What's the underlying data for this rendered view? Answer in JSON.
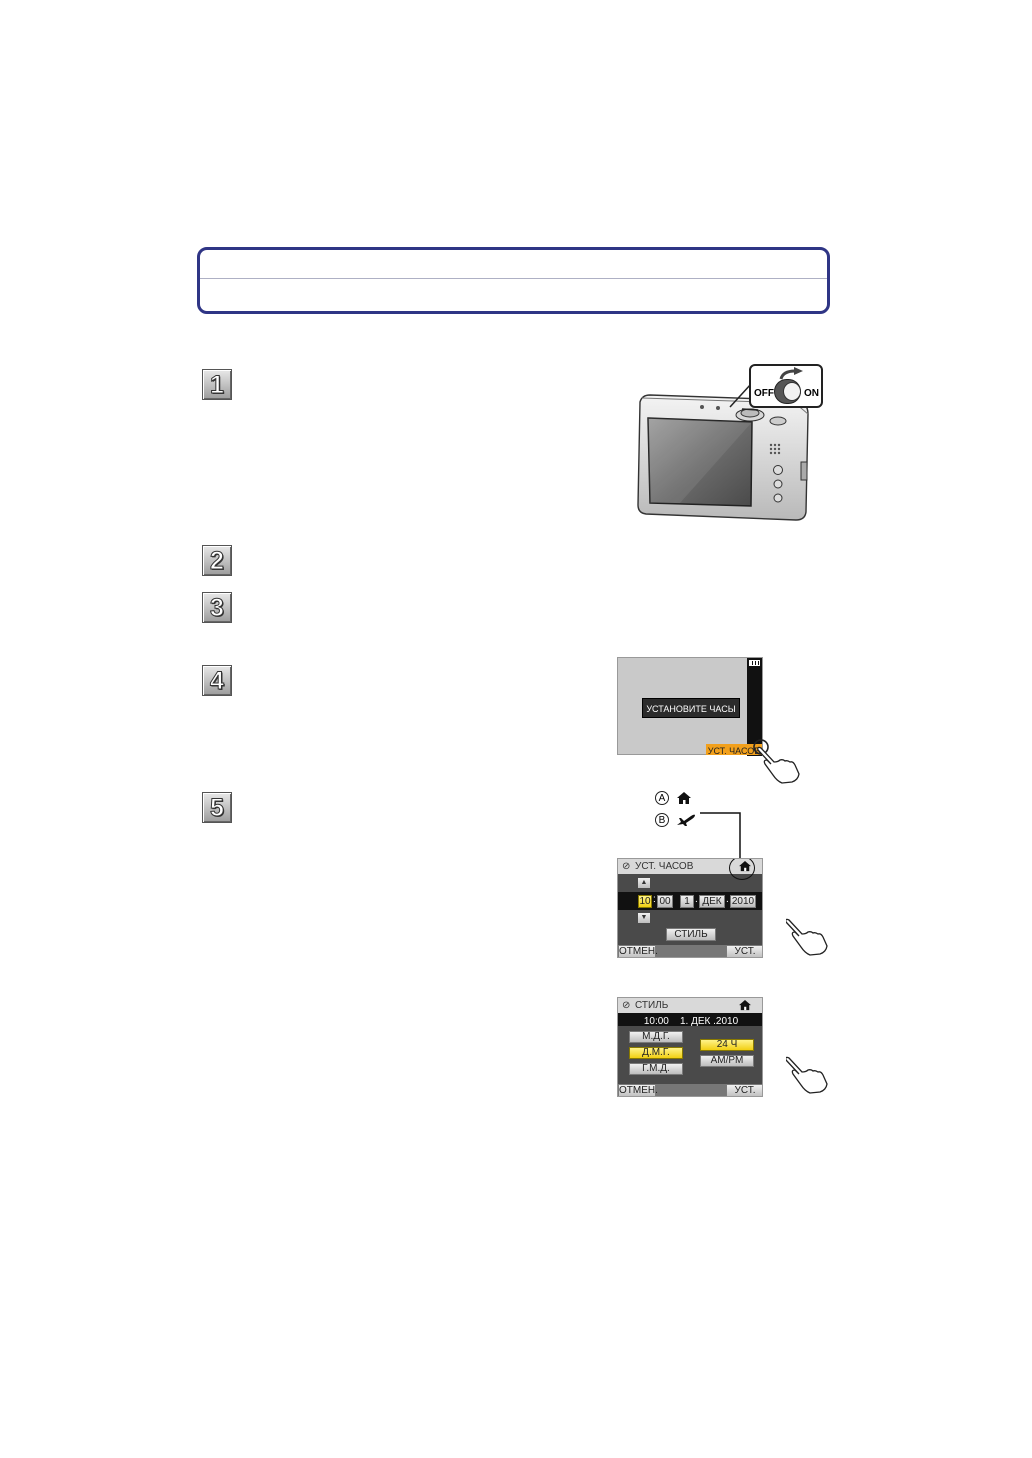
{
  "steps": [
    {
      "number": "1"
    },
    {
      "number": "2"
    },
    {
      "number": "3"
    },
    {
      "number": "4"
    },
    {
      "number": "5"
    }
  ],
  "camera": {
    "switch_off": "OFF",
    "switch_on": "ON"
  },
  "screen1": {
    "message": "УСТАНОВИТЕ ЧАСЫ",
    "button": "УСТ. ЧАСОВ"
  },
  "legend": {
    "a_letter": "A",
    "b_letter": "B",
    "a_icon": "home-icon",
    "b_icon": "airplane-icon"
  },
  "screen2": {
    "title": "УСТ. ЧАСОВ",
    "hour": "10",
    "minute": "00",
    "day": "1",
    "month": "ДЕК",
    "year": "2010",
    "style_button": "СТИЛЬ",
    "cancel": "ОТМЕН.",
    "set": "УСТ."
  },
  "screen3": {
    "title": "СТИЛЬ",
    "preview": "10:00    1. ДЕК .2010",
    "formats": [
      "М.Д.Г.",
      "Д.М.Г.",
      "Г.М.Д."
    ],
    "selected_format": "Д.М.Г.",
    "hours": [
      "24 Ч",
      "AM/PM"
    ],
    "selected_hours": "24 Ч",
    "cancel": "ОТМЕН.",
    "set": "УСТ."
  },
  "colors": {
    "title_border": "#2f3585",
    "highlight": "#f2cf12",
    "lcd_button_orange": "#f2a01c"
  }
}
